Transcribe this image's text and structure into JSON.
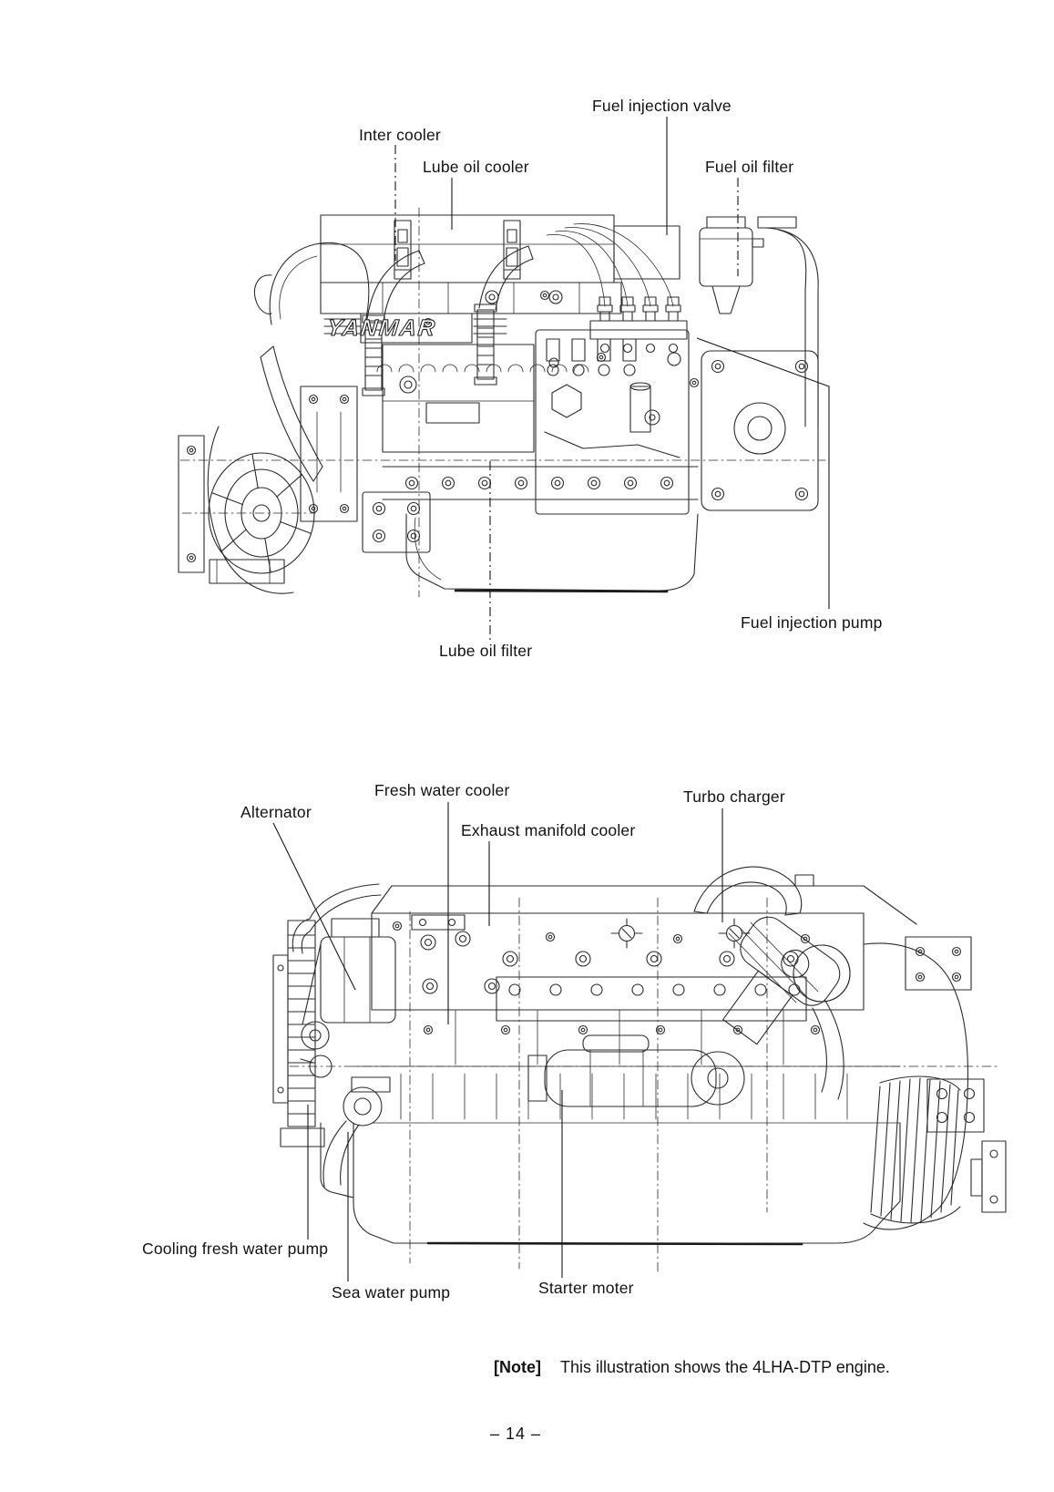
{
  "document": {
    "note": {
      "tag": "[Note]",
      "text": "This illustration shows the 4LHA-DTP engine."
    },
    "page_number": "– 14 –"
  },
  "top_figure": {
    "brand_logo": "YANMAR",
    "labels": {
      "fuel_injection_valve": "Fuel injection valve",
      "inter_cooler": "Inter cooler",
      "lube_oil_cooler": "Lube oil cooler",
      "fuel_oil_filter": "Fuel oil filter",
      "fuel_injection_pump": "Fuel injection pump",
      "lube_oil_filter": "Lube oil filter"
    }
  },
  "bottom_figure": {
    "labels": {
      "fresh_water_cooler": "Fresh water cooler",
      "alternator": "Alternator",
      "exhaust_manifold_cooler": "Exhaust manifold cooler",
      "turbo_charger": "Turbo charger",
      "cooling_fresh_water_pump": "Cooling fresh water pump",
      "sea_water_pump": "Sea water pump",
      "starter_moter": "Starter moter"
    }
  },
  "colors": {
    "ink": "#2b2b2b",
    "paper": "#ffffff"
  }
}
